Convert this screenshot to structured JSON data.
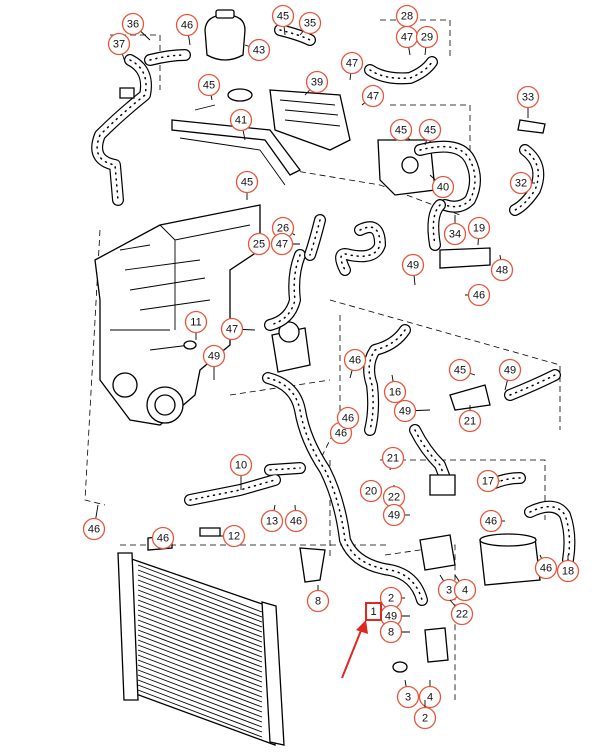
{
  "diagram": {
    "title": "",
    "highlight_label": "1",
    "callouts": [
      {
        "id": "c1",
        "label": "36"
      },
      {
        "id": "c2",
        "label": "37"
      },
      {
        "id": "c3",
        "label": "46"
      },
      {
        "id": "c4",
        "label": "45"
      },
      {
        "id": "c5",
        "label": "35"
      },
      {
        "id": "c6",
        "label": "43"
      },
      {
        "id": "c7",
        "label": "28"
      },
      {
        "id": "c8",
        "label": "47"
      },
      {
        "id": "c9",
        "label": "29"
      },
      {
        "id": "c10",
        "label": "45"
      },
      {
        "id": "c11",
        "label": "47"
      },
      {
        "id": "c12",
        "label": "39"
      },
      {
        "id": "c13",
        "label": "47"
      },
      {
        "id": "c14",
        "label": "33"
      },
      {
        "id": "c15",
        "label": "41"
      },
      {
        "id": "c16",
        "label": "45"
      },
      {
        "id": "c17",
        "label": "40"
      },
      {
        "id": "c18",
        "label": "32"
      },
      {
        "id": "c19",
        "label": "45"
      },
      {
        "id": "c20",
        "label": "45"
      },
      {
        "id": "c21",
        "label": "26"
      },
      {
        "id": "c22",
        "label": "25"
      },
      {
        "id": "c23",
        "label": "47"
      },
      {
        "id": "c24",
        "label": "34"
      },
      {
        "id": "c25",
        "label": "19"
      },
      {
        "id": "c26",
        "label": "49"
      },
      {
        "id": "c27",
        "label": "48"
      },
      {
        "id": "c28",
        "label": "46"
      },
      {
        "id": "c29",
        "label": "11"
      },
      {
        "id": "c30",
        "label": "47"
      },
      {
        "id": "c31",
        "label": "49"
      },
      {
        "id": "c32",
        "label": "46"
      },
      {
        "id": "c33",
        "label": "46"
      },
      {
        "id": "c34",
        "label": "45"
      },
      {
        "id": "c35",
        "label": "49"
      },
      {
        "id": "c36",
        "label": "16"
      },
      {
        "id": "c37",
        "label": "49"
      },
      {
        "id": "c38",
        "label": "21"
      },
      {
        "id": "c39",
        "label": "46"
      },
      {
        "id": "c40",
        "label": "10"
      },
      {
        "id": "c41",
        "label": "21"
      },
      {
        "id": "c42",
        "label": "20"
      },
      {
        "id": "c43",
        "label": "22"
      },
      {
        "id": "c44",
        "label": "49"
      },
      {
        "id": "c45",
        "label": "17"
      },
      {
        "id": "c46",
        "label": "46"
      },
      {
        "id": "c47",
        "label": "46"
      },
      {
        "id": "c48",
        "label": "13"
      },
      {
        "id": "c49",
        "label": "46"
      },
      {
        "id": "c50",
        "label": "12"
      },
      {
        "id": "c51",
        "label": "46"
      },
      {
        "id": "c52",
        "label": "18"
      },
      {
        "id": "c53",
        "label": "8"
      },
      {
        "id": "c54",
        "label": "3"
      },
      {
        "id": "c55",
        "label": "4"
      },
      {
        "id": "c56",
        "label": "22"
      },
      {
        "id": "c57",
        "label": "2"
      },
      {
        "id": "c58",
        "label": "49"
      },
      {
        "id": "c59",
        "label": "8"
      },
      {
        "id": "c60",
        "label": "3"
      },
      {
        "id": "c61",
        "label": "4"
      },
      {
        "id": "c62",
        "label": "2"
      },
      {
        "id": "c63",
        "label": "46"
      }
    ]
  }
}
